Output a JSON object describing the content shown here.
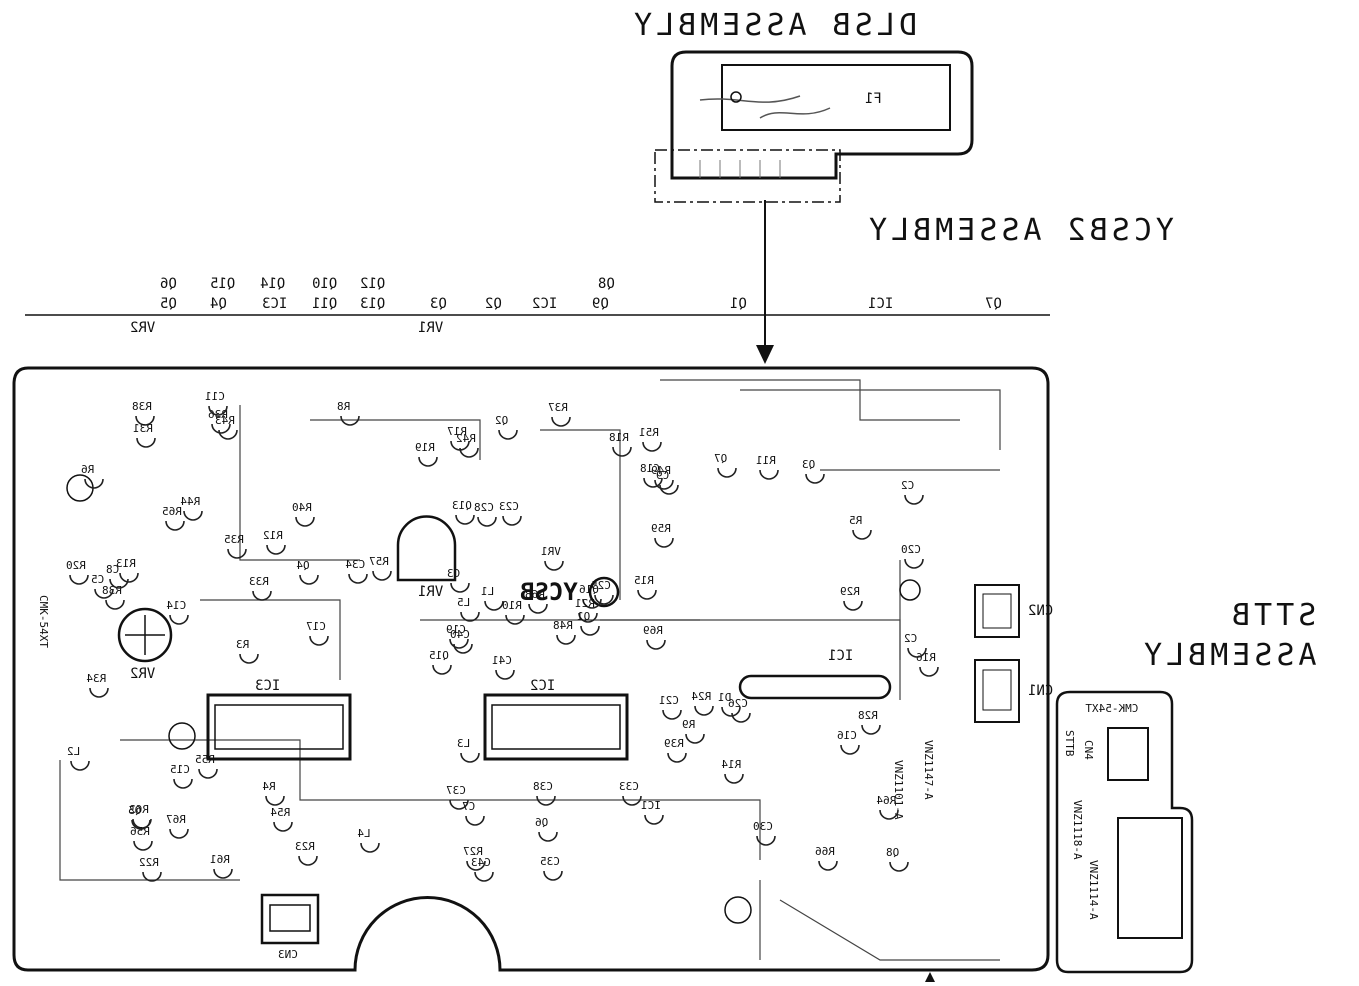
{
  "titles": {
    "dlsb": "DLSB ASSEMBLY",
    "ycsb2": "YCSB2 ASSEMBLY",
    "sttb_line1": "STTB",
    "sttb_line2": "ASSEMBLY"
  },
  "dlsb_board": {
    "part": "F1"
  },
  "index_row1": [
    "Q6",
    "Q15",
    "Q14",
    "Q10",
    "Q12",
    "Q8"
  ],
  "index_row2": [
    "Q5",
    "Q4",
    "IC3",
    "Q11",
    "Q13",
    "Q3",
    "Q2",
    "IC2",
    "Q9",
    "Q1",
    "IC1",
    "Q7"
  ],
  "index_row3": [
    "VR2",
    "VR1"
  ],
  "main_board": {
    "name": "YCSB",
    "code": "CMK-54XT",
    "ics": [
      "IC3",
      "IC2",
      "IC1"
    ],
    "pots": [
      "VR2",
      "VR1"
    ],
    "connectors": [
      "CN1",
      "CN2",
      "CN3"
    ],
    "mods": [
      "VNZ1147-A",
      "VNZ1101-A"
    ],
    "parts": [
      "C41",
      "R65",
      "C40",
      "R62",
      "Q16",
      "R51",
      "C23",
      "R49",
      "R48",
      "R43",
      "Q8",
      "C14",
      "C2",
      "Q15",
      "R59",
      "R61",
      "Q13",
      "VR1",
      "R55",
      "R57",
      "R56",
      "R54",
      "C28",
      "C25",
      "C26",
      "R44",
      "R42",
      "R38",
      "C21",
      "C20",
      "C19",
      "C37",
      "L5",
      "R40",
      "Q7",
      "R66",
      "R64",
      "D1",
      "R37",
      "C34",
      "R33",
      "R39",
      "R23",
      "R20",
      "R21",
      "R22",
      "C7",
      "Q1",
      "C15",
      "R5",
      "R6",
      "R9",
      "IC1",
      "R4",
      "R36",
      "R38",
      "C38",
      "Q3",
      "Q2",
      "C17",
      "R13",
      "R12",
      "R11",
      "C11",
      "R18",
      "R19",
      "L1",
      "L2",
      "L3",
      "L4",
      "R24",
      "Q4",
      "Q5",
      "R31",
      "R35",
      "R34",
      "C3",
      "Q6",
      "R68",
      "R67",
      "R69",
      "R28",
      "R27",
      "R29",
      "C30",
      "C35",
      "C33",
      "R17",
      "R16",
      "R15",
      "R14",
      "R10",
      "C16",
      "C8",
      "C43",
      "C18",
      "C9",
      "R3",
      "R8",
      "C2",
      "C5"
    ]
  },
  "sttb_board": {
    "code": "CMK-54XT",
    "name": "STTB",
    "connector": "CN4",
    "mods": [
      "VNZ1114-A",
      "VNZ1118-A"
    ]
  }
}
